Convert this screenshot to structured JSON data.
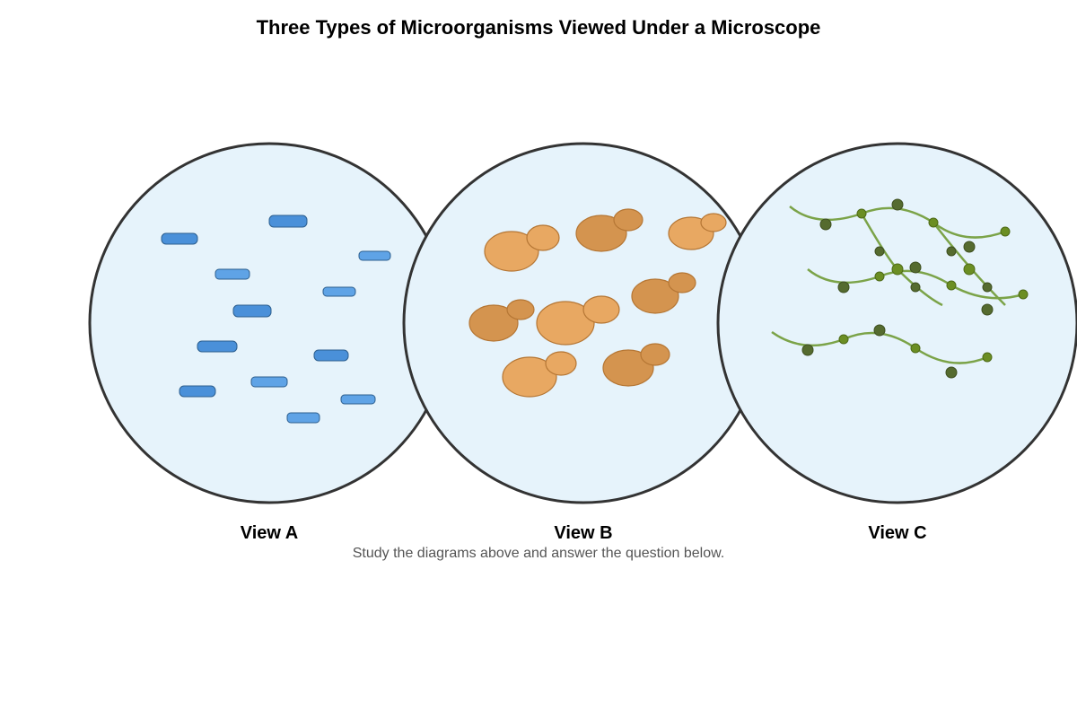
{
  "title": "Three Types of Microorganisms Viewed Under a Microscope",
  "views": [
    {
      "label": "View A",
      "organism_icon": "rod-bacteria-icon"
    },
    {
      "label": "View B",
      "organism_icon": "budding-yeast-icon"
    },
    {
      "label": "View C",
      "organism_icon": "fungal-hyphae-icon"
    }
  ],
  "caption": "Study the diagrams above and answer the question below.",
  "colors": {
    "field_fill": "#e6f3fb",
    "field_stroke": "#333333",
    "bacteria_dark": "#4a90d9",
    "bacteria_light": "#5fa3e6",
    "yeast_light": "#e8a862",
    "yeast_dark": "#d4944f",
    "hyphae": "#7ba348"
  }
}
